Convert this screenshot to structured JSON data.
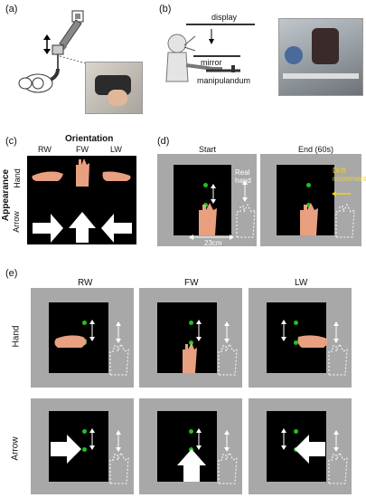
{
  "panels": {
    "a": {
      "label": "(a)"
    },
    "b": {
      "label": "(b)",
      "display_label": "display",
      "mirror_label": "mirror",
      "manipulandum_label": "manipulandum"
    },
    "c": {
      "label": "(c)",
      "orientation_title": "Orientation",
      "appearance_title": "Appearance",
      "columns": [
        "RW",
        "FW",
        "LW"
      ],
      "rows": [
        "Hand",
        "Arrow"
      ]
    },
    "d": {
      "label": "(d)",
      "start_title": "Start",
      "end_title": "End (60s)",
      "real_hand_label": "Real hand",
      "drift_label": "Drift movement",
      "distance_label": "23cm"
    },
    "e": {
      "label": "(e)",
      "columns": [
        "RW",
        "FW",
        "LW"
      ],
      "rows": [
        "Hand",
        "Arrow"
      ]
    }
  },
  "colors": {
    "target_dot": "#1ec21e",
    "drift_arrow": "#f2d21b",
    "skin": "#e8a080",
    "background_gray": "#a8a8a8"
  }
}
